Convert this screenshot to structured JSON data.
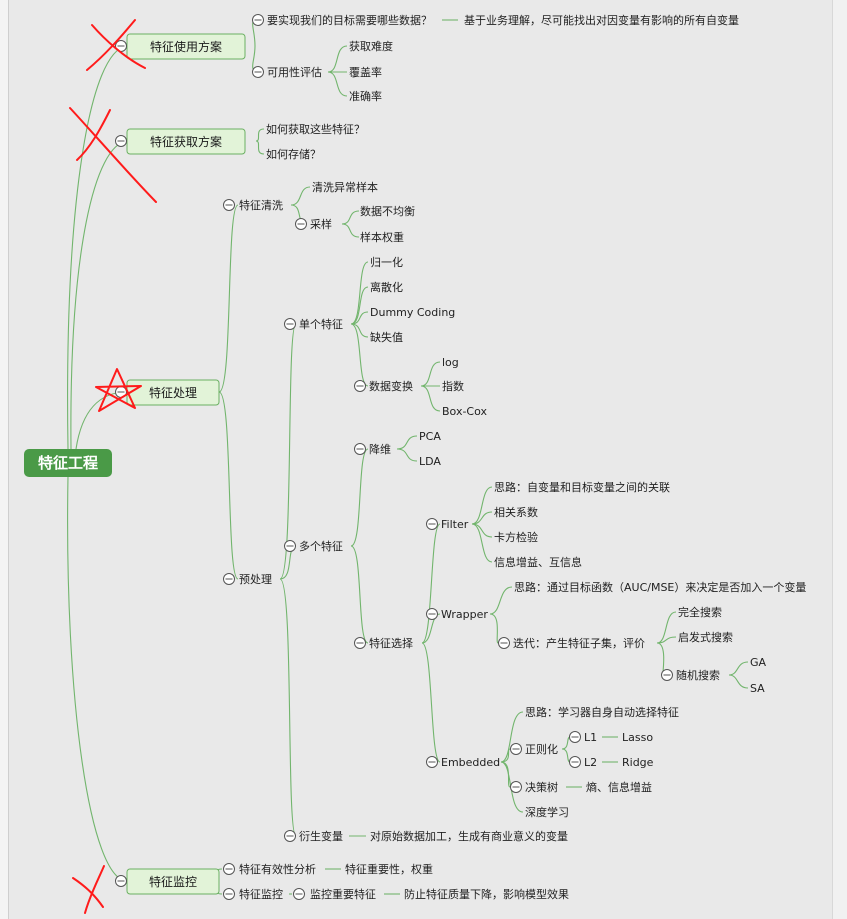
{
  "root": "特征工程",
  "branches": {
    "usage": {
      "label": "特征使用方案",
      "q1": "要实现我们的目标需要哪些数据？",
      "q1_note": "基于业务理解，尽可能找出对因变量有影响的所有自变量",
      "eval": "可用性评估",
      "eval_items": [
        "获取难度",
        "覆盖率",
        "准确率"
      ]
    },
    "acquire": {
      "label": "特征获取方案",
      "items": [
        "如何获取这些特征？",
        "如何存储？"
      ]
    },
    "process": {
      "label": "特征处理",
      "clean": {
        "label": "特征清洗",
        "item": "清洗异常样本",
        "sample": {
          "label": "采样",
          "items": [
            "数据不均衡",
            "样本权重"
          ]
        }
      },
      "pre": {
        "label": "预处理",
        "single": {
          "label": "单个特征",
          "items": [
            "归一化",
            "离散化",
            "Dummy Coding",
            "缺失值"
          ],
          "transform": {
            "label": "数据变换",
            "items": [
              "log",
              "指数",
              "Box-Cox"
            ]
          }
        },
        "multi": {
          "label": "多个特征",
          "reduce": {
            "label": "降维",
            "items": [
              "PCA",
              "LDA"
            ]
          },
          "select": {
            "label": "特征选择",
            "filter": {
              "label": "Filter",
              "items": [
                "思路：自变量和目标变量之间的关联",
                "相关系数",
                "卡方检验",
                "信息增益、互信息"
              ]
            },
            "wrapper": {
              "label": "Wrapper",
              "idea": "思路：通过目标函数（AUC/MSE）来决定是否加入一个变量",
              "iter": "迭代：产生特征子集，评价",
              "iter_items": [
                "完全搜索",
                "启发式搜索"
              ],
              "random": {
                "label": "随机搜索",
                "items": [
                  "GA",
                  "SA"
                ]
              }
            },
            "embedded": {
              "label": "Embedded",
              "idea": "思路：学习器自身自动选择特征",
              "reg": {
                "label": "正则化",
                "l1": "L1",
                "l1_note": "Lasso",
                "l2": "L2",
                "l2_note": "Ridge"
              },
              "tree": "决策树",
              "tree_note": "熵、信息增益",
              "deep": "深度学习"
            }
          }
        },
        "derive": {
          "label": "衍生变量",
          "note": "对原始数据加工，生成有商业意义的变量"
        }
      }
    },
    "monitor": {
      "label": "特征监控",
      "analysis": "特征有效性分析",
      "analysis_note": "特征重要性，权重",
      "watch": "特征监控",
      "watch_item": "监控重要特征",
      "watch_note": "防止特征质量下降，影响模型效果"
    }
  },
  "colors": {
    "root_fill": "#4a9a47",
    "main_fill": "#e2f3d8",
    "main_border": "#6bb062",
    "line": "#72b56d",
    "annotation": "#ff1b1b"
  }
}
